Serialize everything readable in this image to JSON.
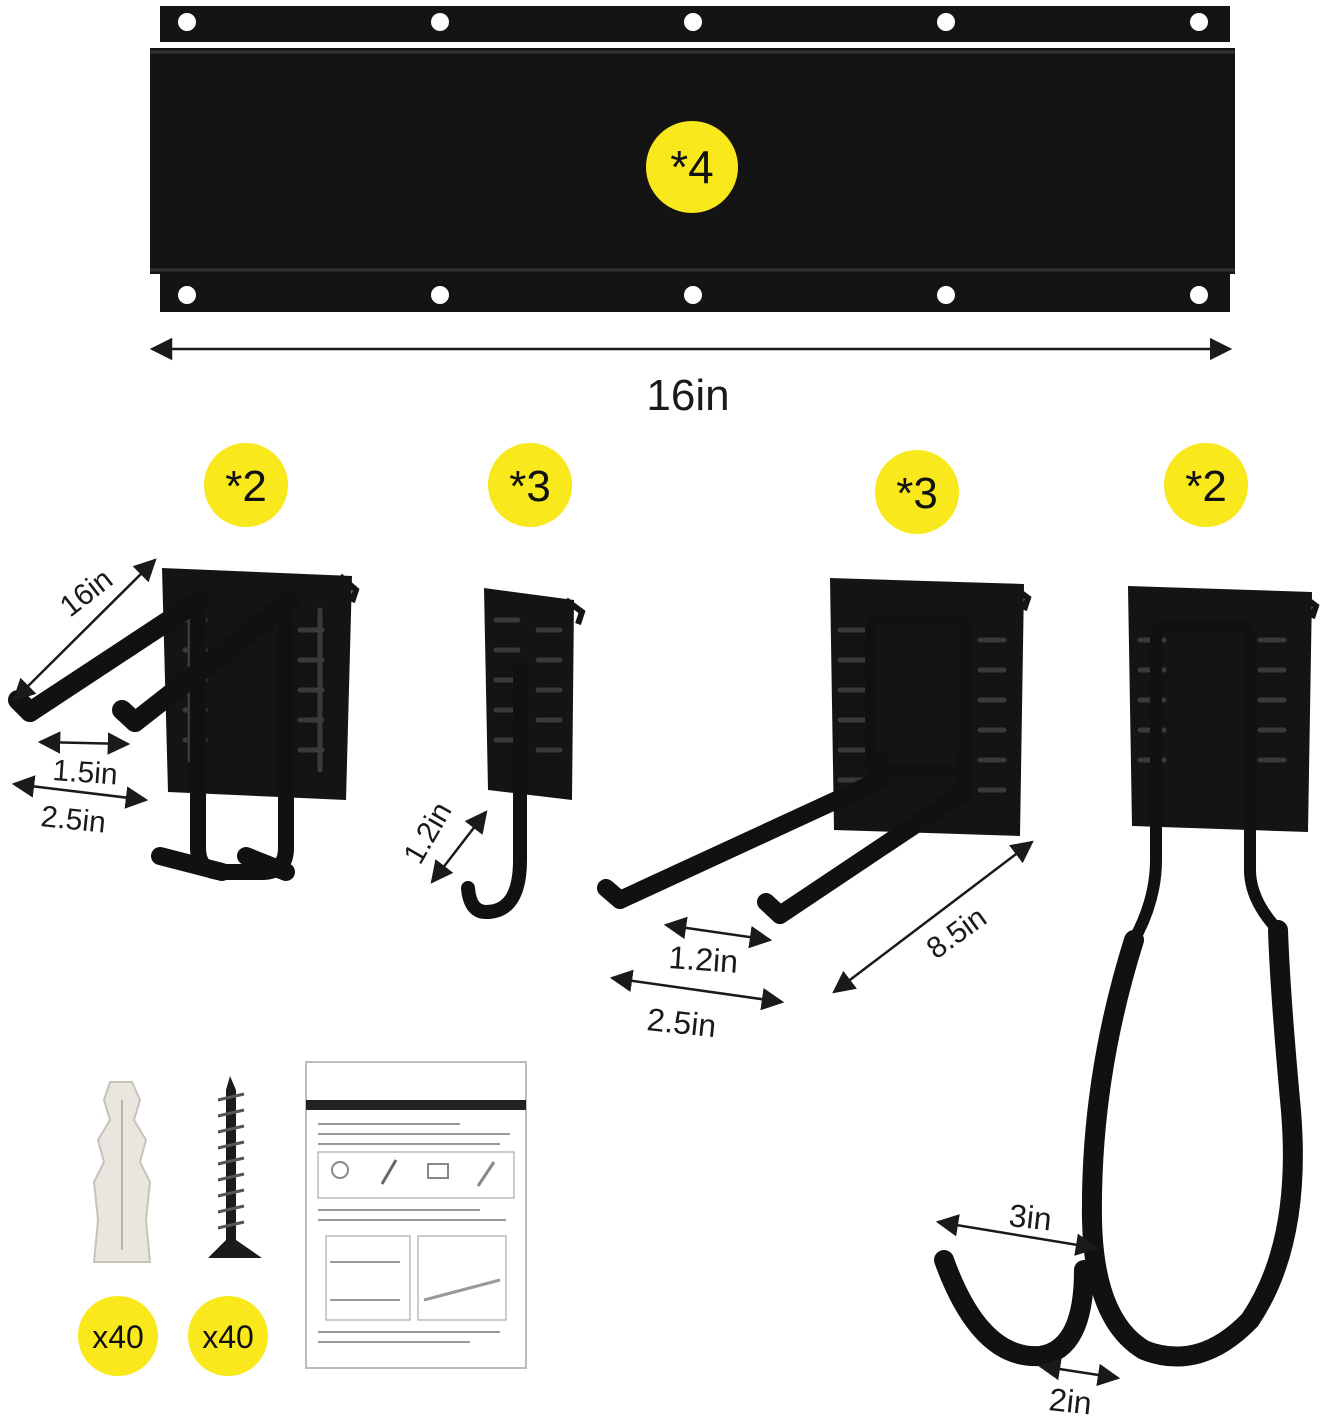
{
  "colors": {
    "badge": "#f8e81c",
    "metal": "#141414",
    "background": "#ffffff"
  },
  "rail": {
    "quantity": "*4",
    "length": "16in"
  },
  "hooks": [
    {
      "quantity": "*2",
      "dims": [
        "16in",
        "1.5in",
        "2.5in"
      ]
    },
    {
      "quantity": "*3",
      "dims": [
        "1.2in"
      ]
    },
    {
      "quantity": "*3",
      "dims": [
        "1.2in",
        "2.5in",
        "8.5in"
      ]
    },
    {
      "quantity": "*2",
      "dims": [
        "3in",
        "2in"
      ]
    }
  ],
  "accessories": {
    "anchors_quantity": "x40",
    "screws_quantity": "x40"
  }
}
